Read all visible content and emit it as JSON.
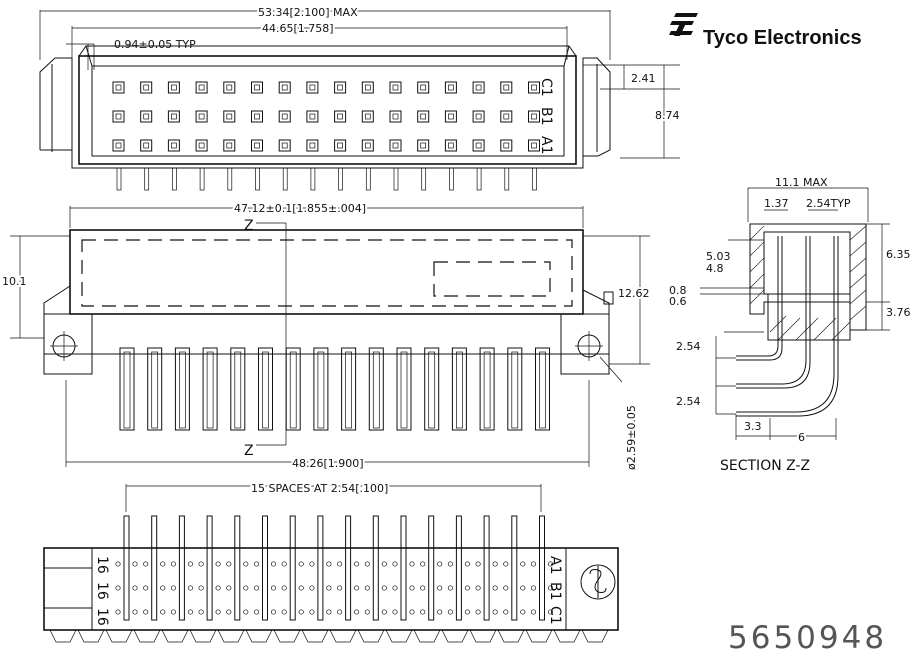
{
  "brand": {
    "company": "Tyco Electronics",
    "logo_icon": "tyco-electronics-logo-icon"
  },
  "part_number": "5650948",
  "top_view": {
    "overall_width": "53.34[2.100]  MAX",
    "pin_field_width": "44.65[1.758]",
    "pin_size": "0.94±0.05  TYP",
    "row_pitch": "2.41",
    "body_height": "8.74",
    "row_labels": [
      "C1",
      "B1",
      "A1"
    ]
  },
  "front_view": {
    "mount_width": "47.12±0.1[1.855±.004]",
    "height_left": "10.1",
    "height_right": "12.62",
    "hole_diameter": "ø2.59±0.05",
    "base_width": "48.26[1.900]",
    "section_mark": "Z"
  },
  "section_view": {
    "title": "SECTION Z-Z",
    "width_max": "11.1  MAX",
    "pitch_a": "1.37",
    "pitch_typ": "2.54TYP",
    "height_total": "6.35",
    "dim_503": "5.03",
    "dim_48": "4.8",
    "dim_08": "0.8",
    "dim_06": "0.6",
    "dim_376": "3.76",
    "dim_254_a": "2.54",
    "dim_254_b": "2.54",
    "dim_33": "3.3",
    "dim_6": "6"
  },
  "bottom_view": {
    "spacing": "15 SPACES AT 2.54[.100]",
    "row_labels_right": [
      "A1",
      "B1",
      "C1"
    ],
    "row_labels_left": [
      "16",
      "16",
      "16"
    ]
  }
}
